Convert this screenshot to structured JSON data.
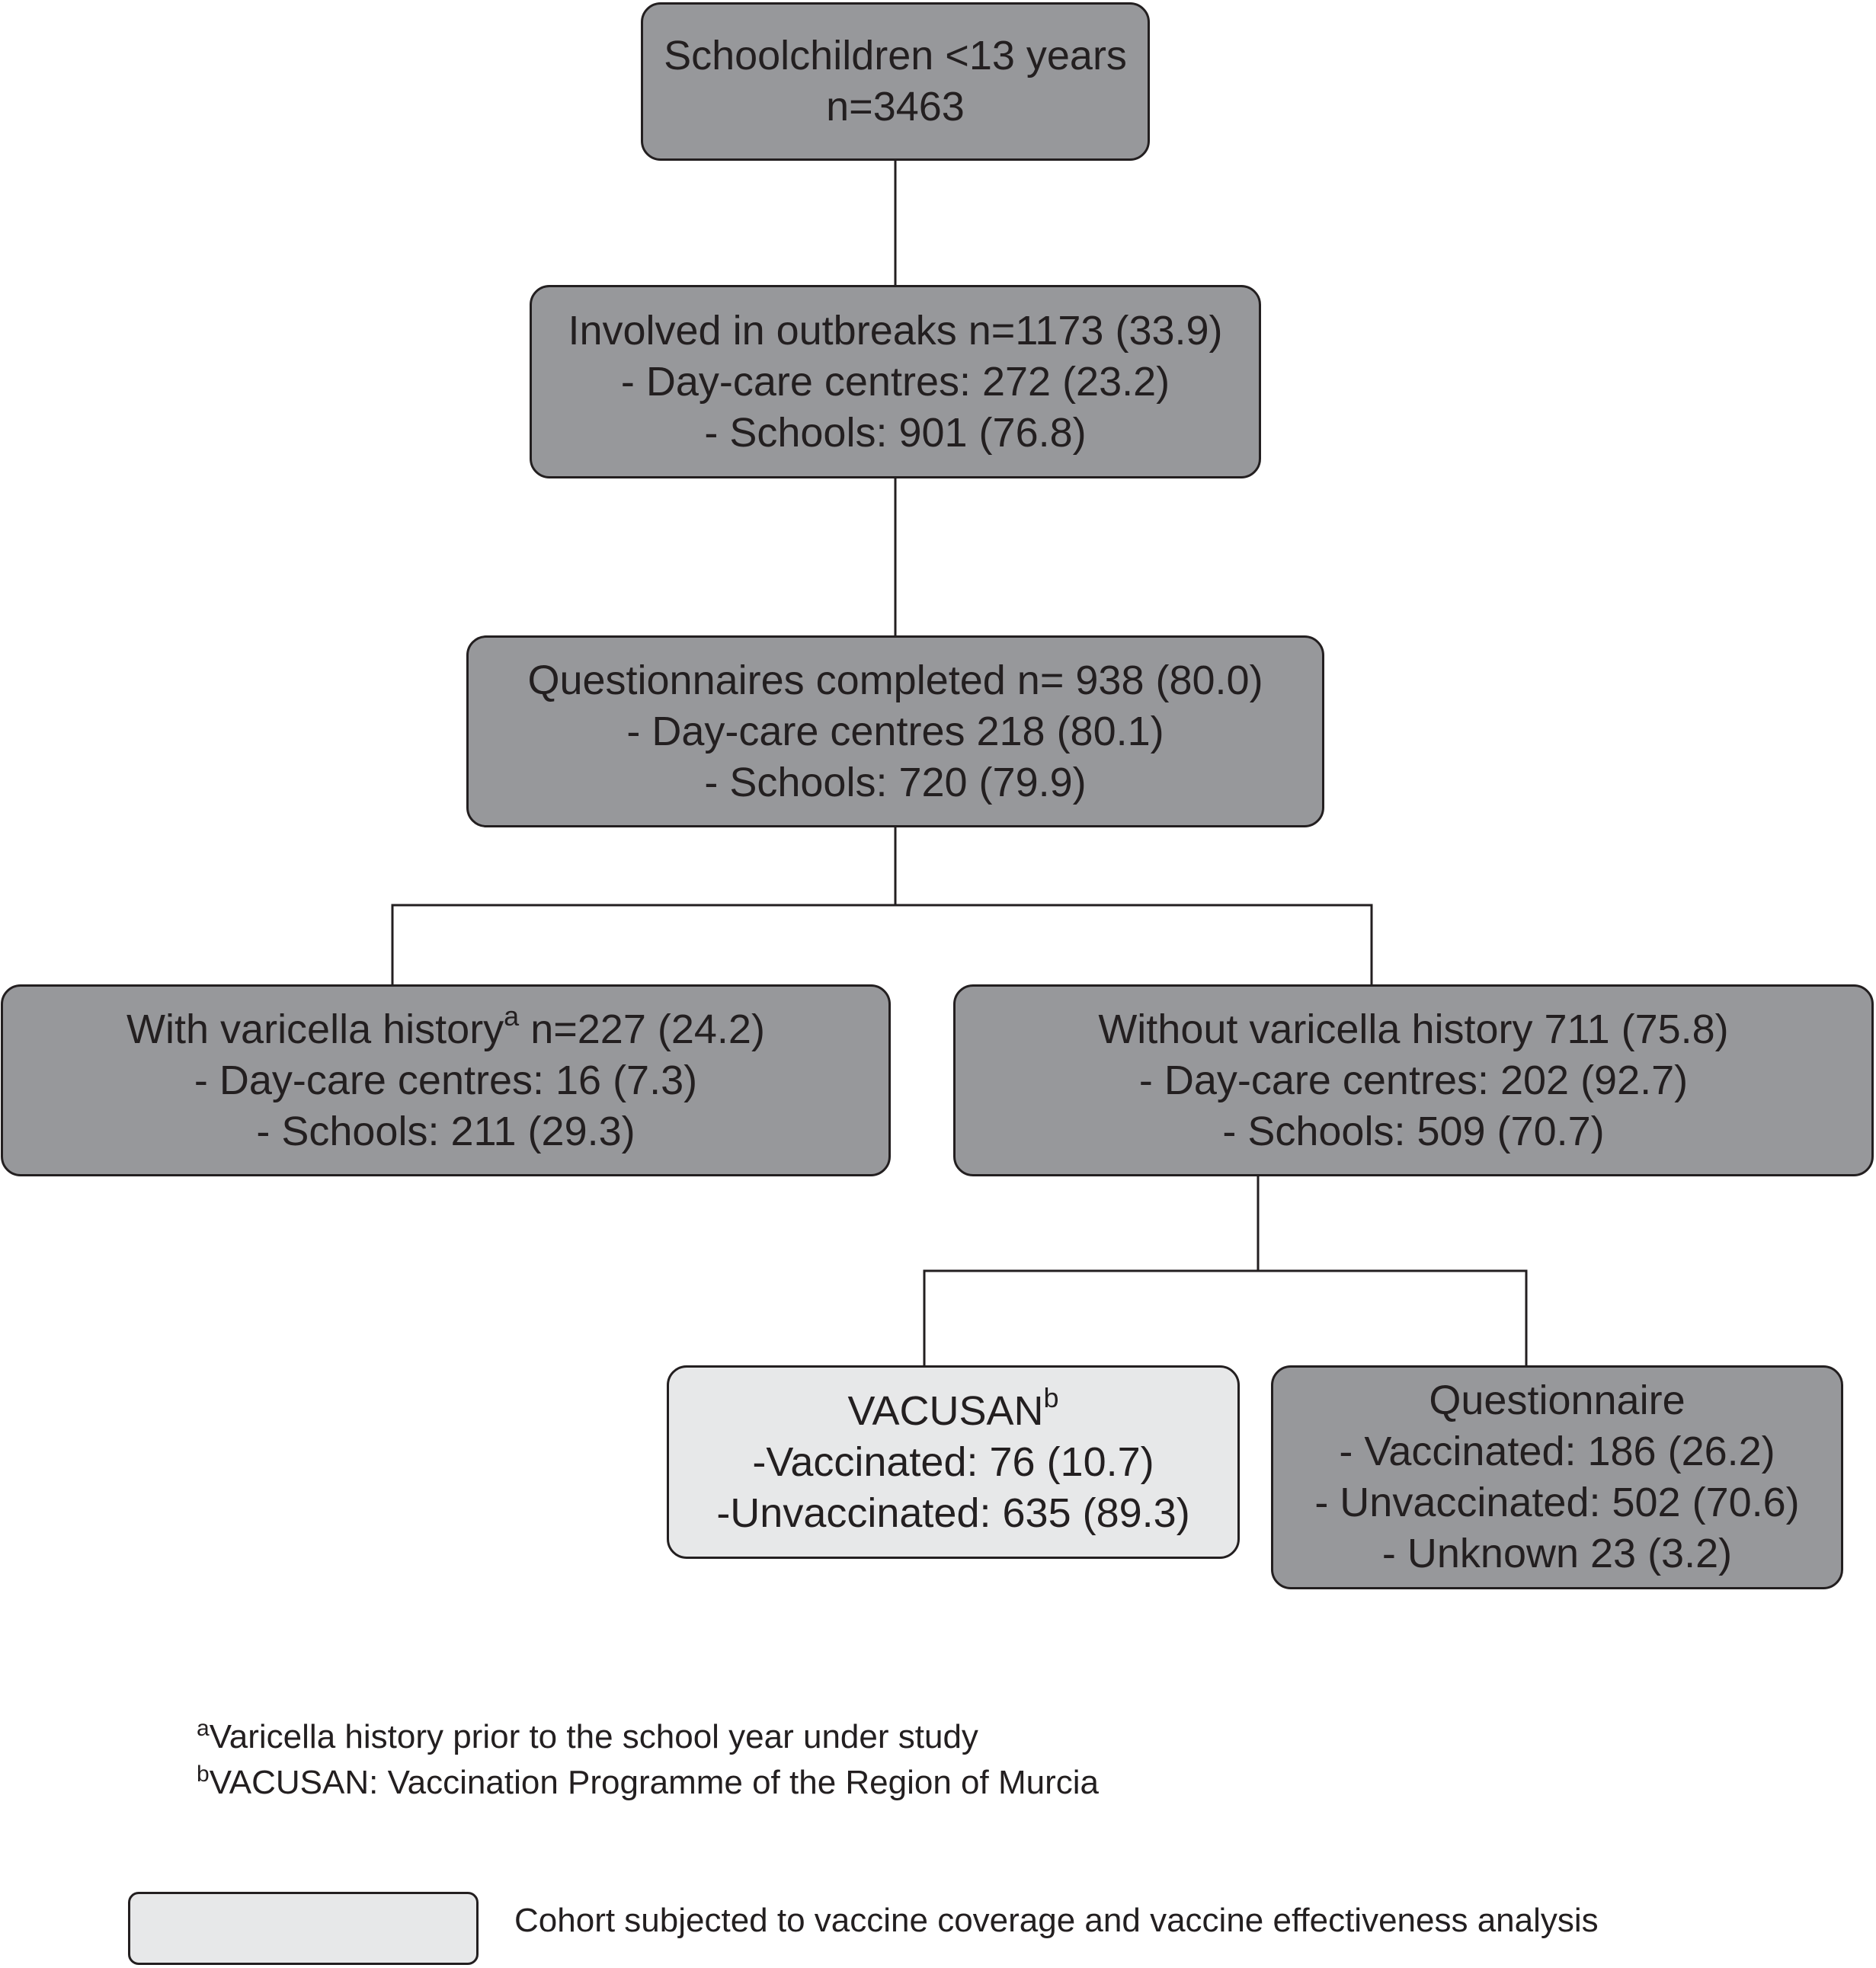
{
  "colors": {
    "dark_box": "#97989b",
    "light_box": "#e7e8e9",
    "stroke": "#231f20"
  },
  "nodes": {
    "root": {
      "line1": "Schoolchildren <13 years",
      "line2": "n=3463"
    },
    "outbreaks": {
      "line1": "Involved in outbreaks n=1173 (33.9)",
      "line2": "- Day-care centres: 272 (23.2)",
      "line3": "- Schools: 901 (76.8)"
    },
    "questionnaires": {
      "line1": "Questionnaires completed n= 938 (80.0)",
      "line2": "- Day-care centres 218 (80.1)",
      "line3": "- Schools: 720 (79.9)"
    },
    "with_history": {
      "line1_pre": "With varicella history",
      "line1_sup": "a",
      "line1_post": " n=227 (24.2)",
      "line2": "- Day-care centres: 16 (7.3)",
      "line3": "- Schools: 211 (29.3)"
    },
    "without_history": {
      "line1": "Without varicella history 711 (75.8)",
      "line2": "- Day-care centres: 202 (92.7)",
      "line3": "- Schools: 509 (70.7)"
    },
    "vacusan": {
      "line1_pre": "VACUSAN",
      "line1_sup": "b",
      "line2": "-Vaccinated: 76 (10.7)",
      "line3": "-Unvaccinated: 635 (89.3)"
    },
    "questionnaire": {
      "line1": "Questionnaire",
      "line2": "- Vaccinated: 186 (26.2)",
      "line3": "- Unvaccinated: 502 (70.6)",
      "line4": "- Unknown 23 (3.2)"
    }
  },
  "footnotes": {
    "a": {
      "mark": "a",
      "text": "Varicella history prior to the school year under study"
    },
    "b": {
      "mark": "b",
      "text": "VACUSAN: Vaccination Programme of the Region of Murcia"
    }
  },
  "legend": {
    "text": "Cohort subjected to vaccine coverage and vaccine effectiveness analysis"
  }
}
